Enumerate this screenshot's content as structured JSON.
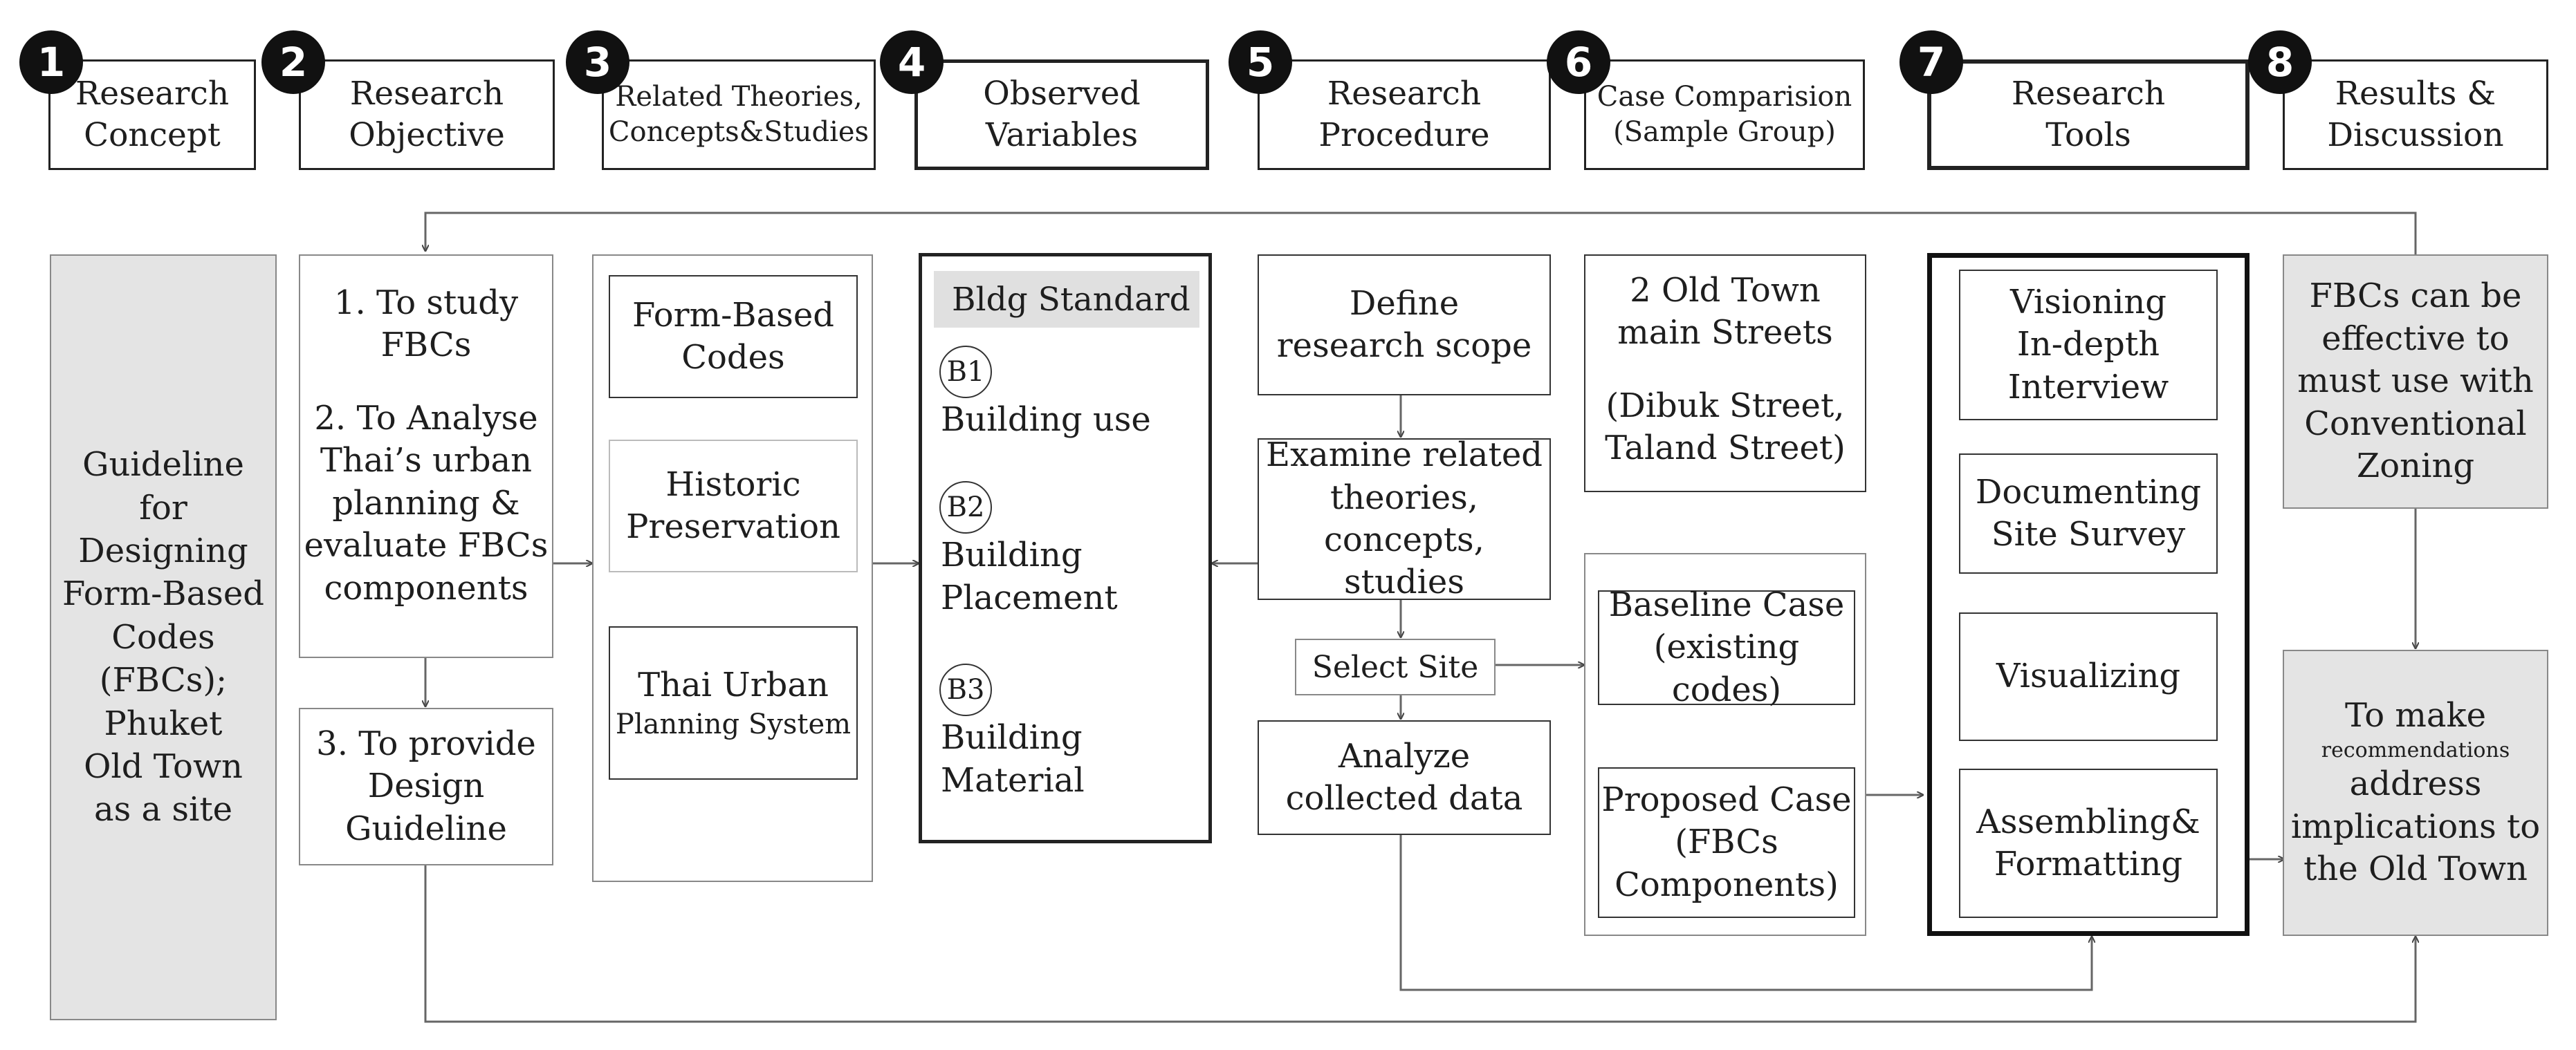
{
  "headers": [
    {
      "num": "1",
      "lines": [
        "Research",
        "Concept"
      ]
    },
    {
      "num": "2",
      "lines": [
        "Research",
        "Objective"
      ]
    },
    {
      "num": "3",
      "lines": [
        "Related Theories,",
        "Concepts&Studies"
      ]
    },
    {
      "num": "4",
      "lines": [
        "Observed",
        "Variables"
      ]
    },
    {
      "num": "5",
      "lines": [
        "Research",
        "Procedure"
      ]
    },
    {
      "num": "6",
      "lines": [
        "Case Comparision",
        "(Sample Group)"
      ]
    },
    {
      "num": "7",
      "lines": [
        "Research",
        "Tools"
      ]
    },
    {
      "num": "8",
      "lines": [
        "Results &",
        "Discussion"
      ]
    }
  ],
  "concept": {
    "lines": [
      "Guideline",
      "for",
      "Designing",
      "Form-Based",
      "Codes",
      "(FBCs);",
      "Phuket",
      "Old Town",
      "as a site"
    ]
  },
  "objectives": {
    "top": [
      "1. To study",
      "FBCs",
      "",
      "2. To Analyse",
      "Thai’s urban",
      "planning &",
      "evaluate FBCs",
      "components"
    ],
    "bottom": [
      "3. To provide",
      "Design",
      "Guideline"
    ]
  },
  "theories": [
    {
      "lines": [
        "Form-Based",
        "Codes"
      ]
    },
    {
      "lines": [
        "Historic",
        "Preservation"
      ]
    },
    {
      "lines": [
        "Thai Urban",
        "Planning System"
      ]
    }
  ],
  "variables": {
    "title": "Bldg Standard",
    "items": [
      {
        "code": "B1",
        "lines": [
          "Building use"
        ]
      },
      {
        "code": "B2",
        "lines": [
          "Building",
          "Placement"
        ]
      },
      {
        "code": "B3",
        "lines": [
          "Building",
          "Material"
        ]
      }
    ]
  },
  "procedure": {
    "define": [
      "Define",
      "research scope"
    ],
    "examine": [
      "Examine related",
      "theories,",
      "concepts, studies"
    ],
    "select": "Select Site",
    "analyze": [
      "Analyze",
      "collected data"
    ]
  },
  "cases": {
    "streets": [
      "2 Old Town",
      "main Streets",
      "",
      "(Dibuk Street,",
      "Taland Street)"
    ],
    "baseline": [
      "Baseline Case",
      "(existing codes)"
    ],
    "proposed": [
      "Proposed Case",
      "(FBCs",
      "Components)"
    ]
  },
  "tools": [
    {
      "lines": [
        "Visioning",
        "In-depth",
        "Interview"
      ]
    },
    {
      "lines": [
        "Documenting",
        "Site Survey"
      ]
    },
    {
      "lines": [
        "Visualizing"
      ]
    },
    {
      "lines": [
        "Assembling&",
        "Formatting"
      ]
    }
  ],
  "results": {
    "finding": [
      "FBCs can be",
      "effective to",
      "must use with",
      "Conventional",
      "Zoning"
    ],
    "recommend_lines": [
      "To make",
      "recommendations",
      "address",
      "implications to",
      "the Old Town"
    ]
  }
}
